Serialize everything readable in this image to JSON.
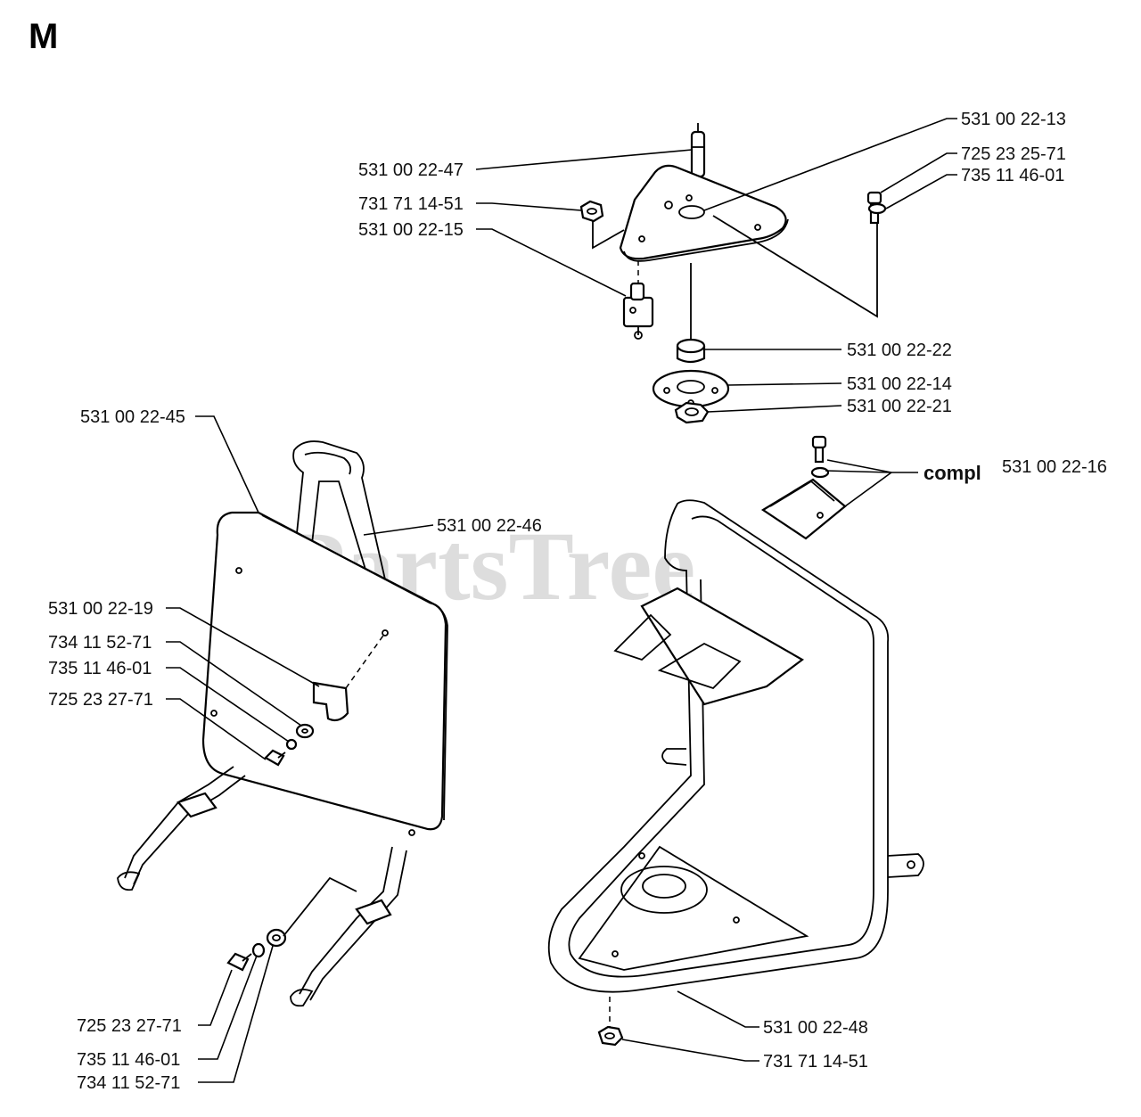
{
  "page": {
    "section_letter": "M",
    "watermark": "PartsTree"
  },
  "labels": {
    "l1": "531 00 22-13",
    "l2": "531 00 22-47",
    "l3": "725 23 25-71",
    "l4": "735 11 46-01",
    "l5": "731 71 14-51",
    "l6": "531 00 22-15",
    "l7": "531 00 22-22",
    "l8": "531 00 22-14",
    "l9": "531 00 22-21",
    "l10": "531 00 22-45",
    "l11": "531 00 22-16",
    "l11_prefix": "compl",
    "l12": "531 00 22-46",
    "l13": "531 00 22-19",
    "l14": "734 11 52-71",
    "l15": "735 11 46-01",
    "l16": "725 23 27-71",
    "l17": "725 23 27-71",
    "l18": "531 00 22-48",
    "l19": "735 11 46-01",
    "l20": "731 71 14-51",
    "l21": "734 11 52-71"
  }
}
